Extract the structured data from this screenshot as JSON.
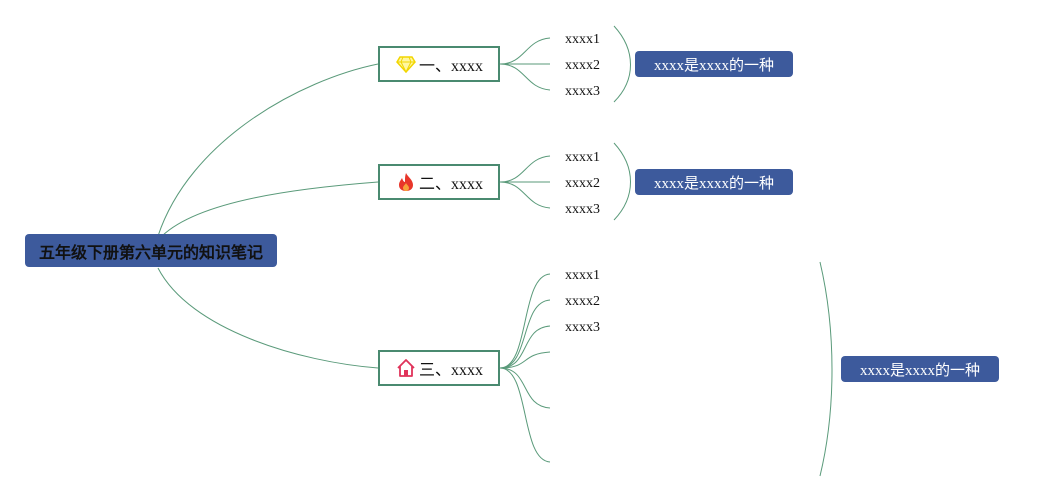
{
  "root": {
    "label": "五年级下册第六单元的知识笔记"
  },
  "branches": [
    {
      "label": "一、xxxx",
      "icon": "diamond-icon",
      "leaves": [
        "xxxx1",
        "xxxx2",
        "xxxx3"
      ],
      "summary": "xxxx是xxxx的一种"
    },
    {
      "label": "二、xxxx",
      "icon": "fire-icon",
      "leaves": [
        "xxxx1",
        "xxxx2",
        "xxxx3"
      ],
      "summary": "xxxx是xxxx的一种"
    },
    {
      "label": "三、xxxx",
      "icon": "home-icon",
      "leaves": [
        "xxxx1",
        "xxxx2",
        "xxxx3",
        "",
        "",
        ""
      ],
      "summary": "xxxx是xxxx的一种"
    }
  ],
  "colors": {
    "node_fill": "#3d5a9c",
    "connector": "#5a9a7a",
    "icon_diamond": "#f2d600",
    "icon_fire": "#e8362a",
    "icon_home": "#e0335a"
  }
}
